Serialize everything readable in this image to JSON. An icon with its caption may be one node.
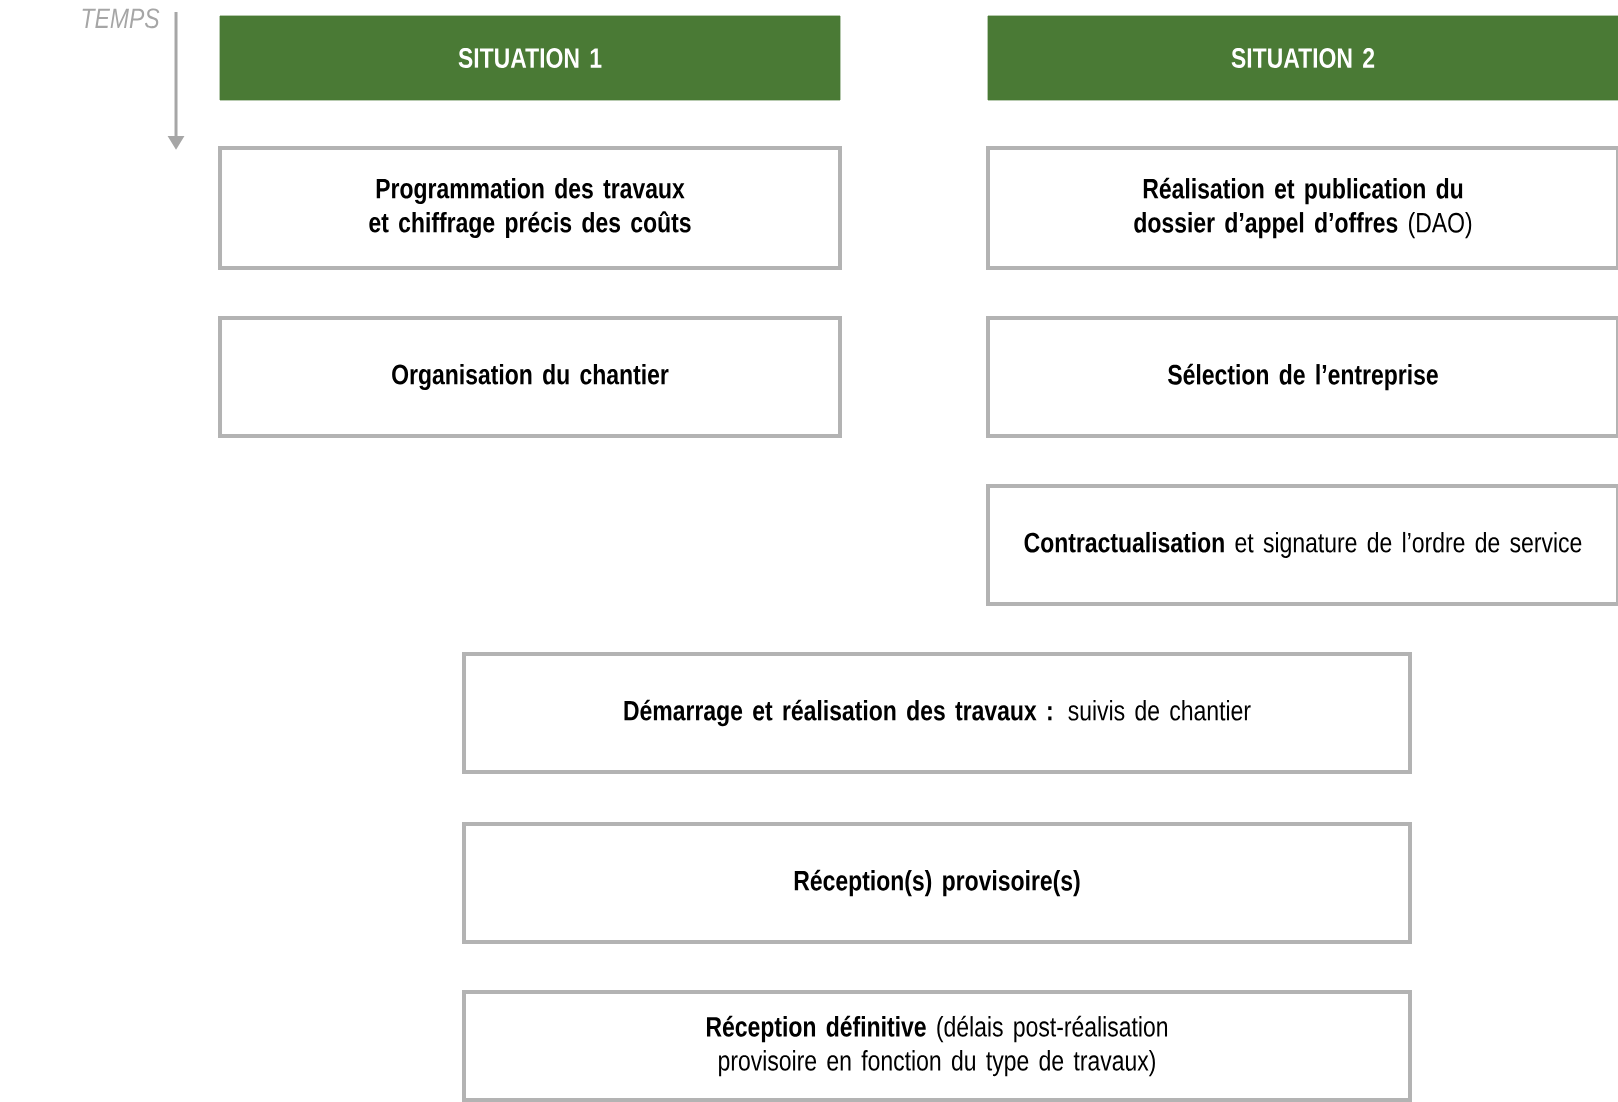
{
  "diagram": {
    "nodes": [
      {
        "text": [
          "SITUATION 1"
        ]
      },
      {
        "text": [
          "SITUATION 2"
        ]
      },
      {
        "text": [
          "Programmation des travaux et chiffrage précis des coûts"
        ]
      },
      {
        "text": [
          "**Réalisation et publication du dossier d’appel d’offres** (DAO)"
        ]
      },
      {
        "text": [
          "Organisation du chantier"
        ]
      },
      {
        "text": [
          "Sélection de l’entreprise"
        ]
      },
      {
        "text": [
          "**Contractualisation** et signature de l’ordre de service"
        ]
      },
      {
        "text": [
          "**Démarrage et réalisation des travaux :** suivis de chantier"
        ]
      },
      {
        "text": [
          "Réception(s) provisoire(s)"
        ]
      },
      {
        "text": [
          "**Réception définitive** (délais post-réalisation provisoire en fonction du type de travaux)"
        ]
      }
    ],
    "labels": [
      "TEMPS"
    ]
  }
}
